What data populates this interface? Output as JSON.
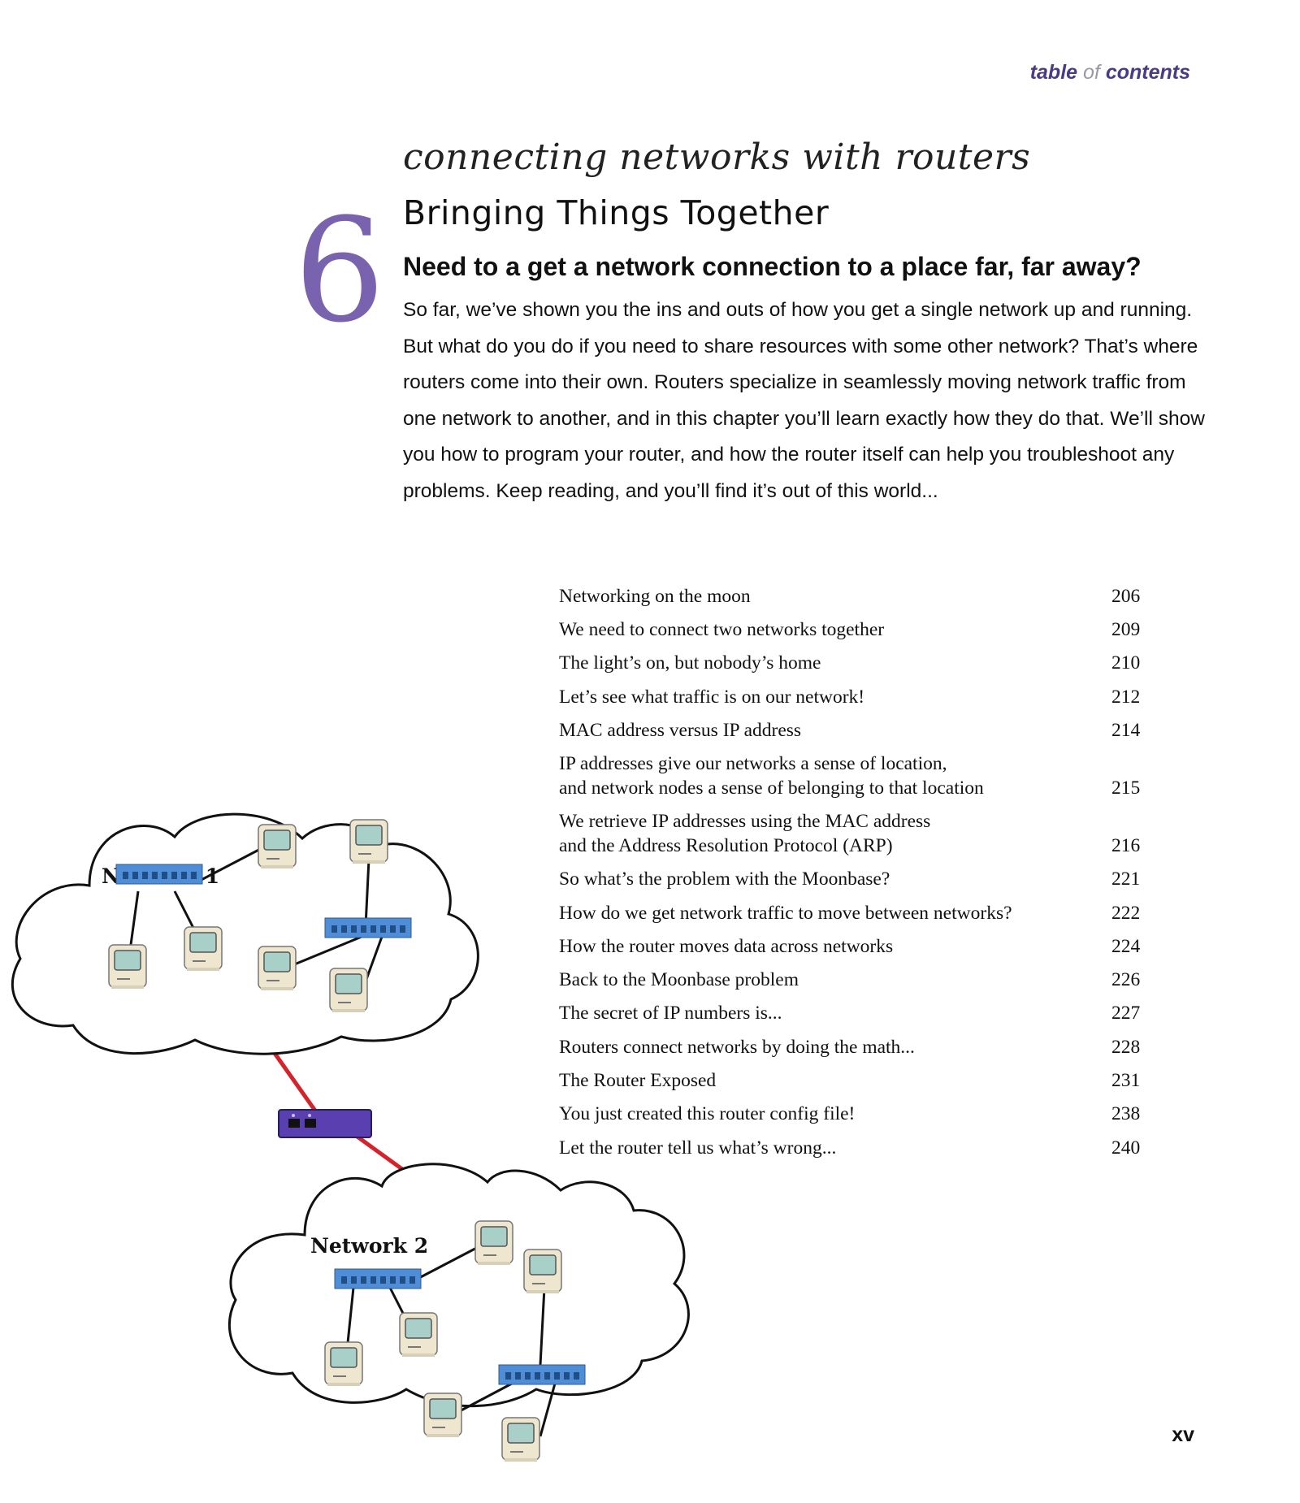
{
  "header": {
    "word1": "table",
    "word2": "of",
    "word3": "contents"
  },
  "chapter": {
    "number": "6",
    "kicker": "connecting networks with routers",
    "title": "Bringing Things Together",
    "intro_heading": "Need to a get a network connection to a place far, far away?",
    "intro_body": "So far, we’ve shown you the ins and outs of how you get a single network up and running. But what do you do if you need to share resources with some other network? That’s where routers come into their own. Routers specialize in seamlessly moving network traffic from one network to another, and in this chapter you’ll learn exactly how they do that. We’ll show you how to program your router, and how the router itself can help you troubleshoot any problems. Keep reading, and you’ll find it’s out of this world..."
  },
  "toc": [
    {
      "title": "Networking on the moon",
      "page": "206"
    },
    {
      "title": "We need to connect two networks together",
      "page": "209"
    },
    {
      "title": "The light’s on, but nobody’s home",
      "page": "210"
    },
    {
      "title": "Let’s see what traffic is on our network!",
      "page": "212"
    },
    {
      "title": "MAC address versus IP address",
      "page": "214"
    },
    {
      "title_line1": "IP addresses give our networks a sense of location,",
      "title_line2": "and network nodes a sense of belonging to that location",
      "page": "215"
    },
    {
      "title_line1": "We retrieve IP addresses using the MAC address",
      "title_line2": "and the Address Resolution Protocol (ARP)",
      "page": "216"
    },
    {
      "title": "So what’s the problem with the Moonbase?",
      "page": "221"
    },
    {
      "title": "How do we get network traffic to move between networks?",
      "page": "222"
    },
    {
      "title": "How the router moves data across networks",
      "page": "224"
    },
    {
      "title": "Back to the Moonbase problem",
      "page": "226"
    },
    {
      "title": "The secret of IP numbers is...",
      "page": "227"
    },
    {
      "title": "Routers connect networks by doing the math...",
      "page": "228"
    },
    {
      "title": "The Router Exposed",
      "page": "231"
    },
    {
      "title": "You just created this router config file!",
      "page": "238"
    },
    {
      "title": "Let the router tell us what’s wrong...",
      "page": "240"
    }
  ],
  "diagram": {
    "network1_label": "Network 1",
    "network2_label": "Network 2",
    "colors": {
      "switch": "#4f8ed6",
      "router": "#5a3fb0",
      "link": "#d4232a",
      "computer_body": "#efe6cf",
      "computer_screen": "#a9cfc9"
    }
  },
  "page_number": "xv"
}
